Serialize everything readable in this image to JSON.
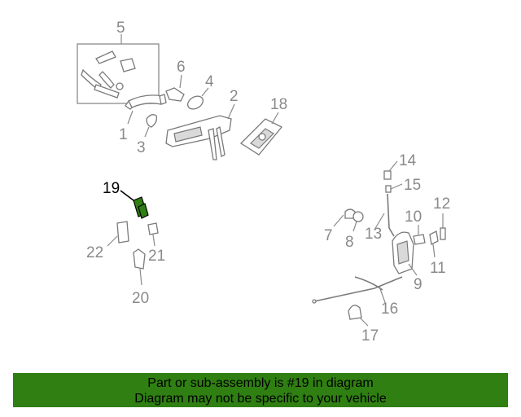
{
  "callouts": {
    "c1": "1",
    "c2": "2",
    "c3": "3",
    "c4": "4",
    "c5": "5",
    "c6": "6",
    "c7": "7",
    "c8": "8",
    "c9": "9",
    "c10": "10",
    "c11": "11",
    "c12": "12",
    "c13": "13",
    "c14": "14",
    "c15": "15",
    "c16": "16",
    "c17": "17",
    "c18": "18",
    "c19": "19",
    "c20": "20",
    "c21": "21",
    "c22": "22"
  },
  "highlight": {
    "part": "19",
    "color": "#2f7f12"
  },
  "colors": {
    "banner": "#2f7f12",
    "linework": "#7a7a7a",
    "callout_text": "#8a8a8a"
  },
  "banner": {
    "line1": "Part or sub-assembly is #19 in diagram",
    "line2": "Diagram may not be specific to your vehicle"
  }
}
